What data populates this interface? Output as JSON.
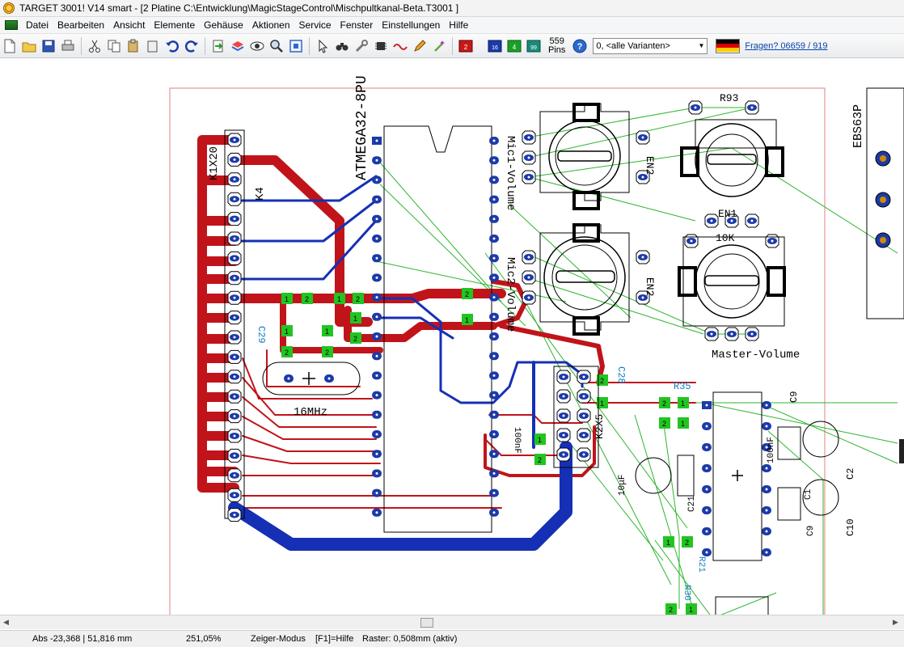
{
  "window": {
    "title": "TARGET 3001! V14 smart - [2 Platine C:\\Entwicklung\\MagicStageControl\\Mischpultkanal-Beta.T3001 ]"
  },
  "menu": {
    "items": [
      "Datei",
      "Bearbeiten",
      "Ansicht",
      "Elemente",
      "Gehäuse",
      "Aktionen",
      "Service",
      "Fenster",
      "Einstellungen",
      "Hilfe"
    ]
  },
  "toolbar": {
    "pins_count": "559",
    "pins_label": "Pins",
    "variant_value": "0, <alle Varianten>",
    "help_link": "Fragen? 06659 / 919",
    "badge_red": "2",
    "badge_blue": "16",
    "badge_green": "4",
    "badge_teal": "99"
  },
  "canvas": {
    "labels": {
      "atmega": "ATMEGA32-8PU",
      "k1x20": "K1X20",
      "k4": "K4",
      "mic1": "Mic1-Volume",
      "mic2": "Mic2-Volume",
      "en2a": "EN2",
      "en2b": "EN2",
      "r93": "R93",
      "en1": "EN1",
      "tenk": "10K",
      "ebs63p": "EBS63P",
      "master": "Master-Volume",
      "xtal": "16MHz",
      "c28": "C28",
      "c29": "C29",
      "r35": "R35",
      "c9": "C9",
      "c1": "C1",
      "c2": "C2",
      "c10": "C10",
      "c9b": "C9",
      "r21": "R21",
      "c21": "C21",
      "k2x5": "K2X5",
      "cap10u": "10μF",
      "cap100n": "100nF",
      "cap100n2": "100nF",
      "r30": "R30"
    }
  },
  "status": {
    "abs": "Abs -23,368 | 51,816 mm",
    "zoom": "251,05%",
    "mode": "Zeiger-Modus",
    "help": "[F1]=Hilfe",
    "grid": "Raster: 0,508mm (aktiv)"
  },
  "colors": {
    "trace_red": "#c0141a",
    "trace_blue": "#1530b5",
    "ratsnest": "#2db52d",
    "pad_blue": "#1c3aa8",
    "pad_green": "#22c422"
  }
}
